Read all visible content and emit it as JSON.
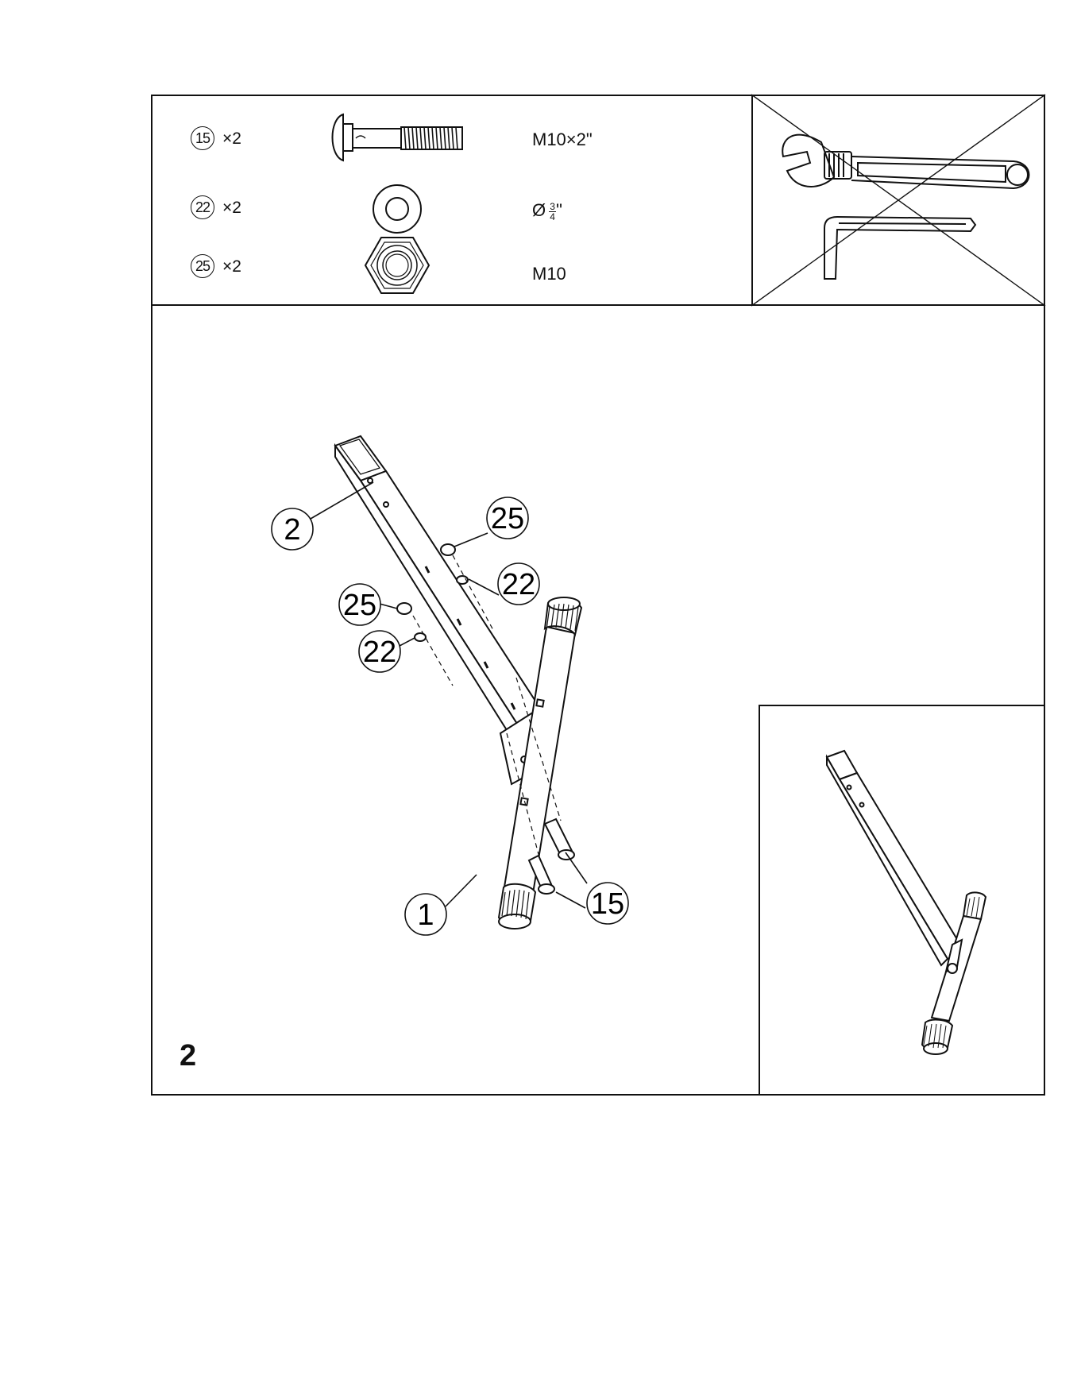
{
  "hardware_list": [
    {
      "part": "15",
      "quantity": "×2",
      "spec": "M10×2\"",
      "icon": "carriage-bolt-icon"
    },
    {
      "part": "22",
      "quantity": "×2",
      "spec_prefix": "Ø",
      "spec_num": "3",
      "spec_den": "4",
      "spec_unit": "\"",
      "icon": "washer-icon"
    },
    {
      "part": "25",
      "quantity": "×2",
      "spec": "M10",
      "icon": "hex-nut-icon"
    }
  ],
  "tools": {
    "crossed_out": true,
    "icons": [
      "adjustable-wrench-icon",
      "allen-key-icon"
    ]
  },
  "diagram": {
    "labels": [
      "2",
      "25",
      "22",
      "25",
      "22",
      "1",
      "15"
    ]
  },
  "step_number": "2"
}
